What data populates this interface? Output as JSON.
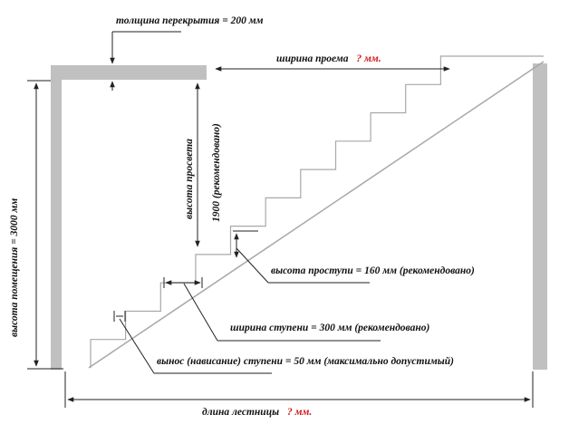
{
  "labels": {
    "slab_thickness": "толщина перекрытия = 200 мм",
    "opening_width": "ширина проема",
    "opening_width_value": "? мм.",
    "headroom": "высота просвета",
    "headroom_value": "1900 (рекомендовано)",
    "room_height": "высота помещения = 3000 мм",
    "riser_height": "высота проступи = 160 мм (рекомендовано)",
    "tread_width": "ширина ступени = 300 мм (рекомендовано)",
    "nosing": "вынос (нависание) ступени = 50 мм (максимально допустимый)",
    "stair_length": "длина лестницы",
    "stair_length_value": "? мм."
  },
  "colors": {
    "wall": "#c0c0c0",
    "line": "#222222",
    "stair_line": "#a8a8a8",
    "question": "#d11a1a"
  },
  "step_count": 11
}
